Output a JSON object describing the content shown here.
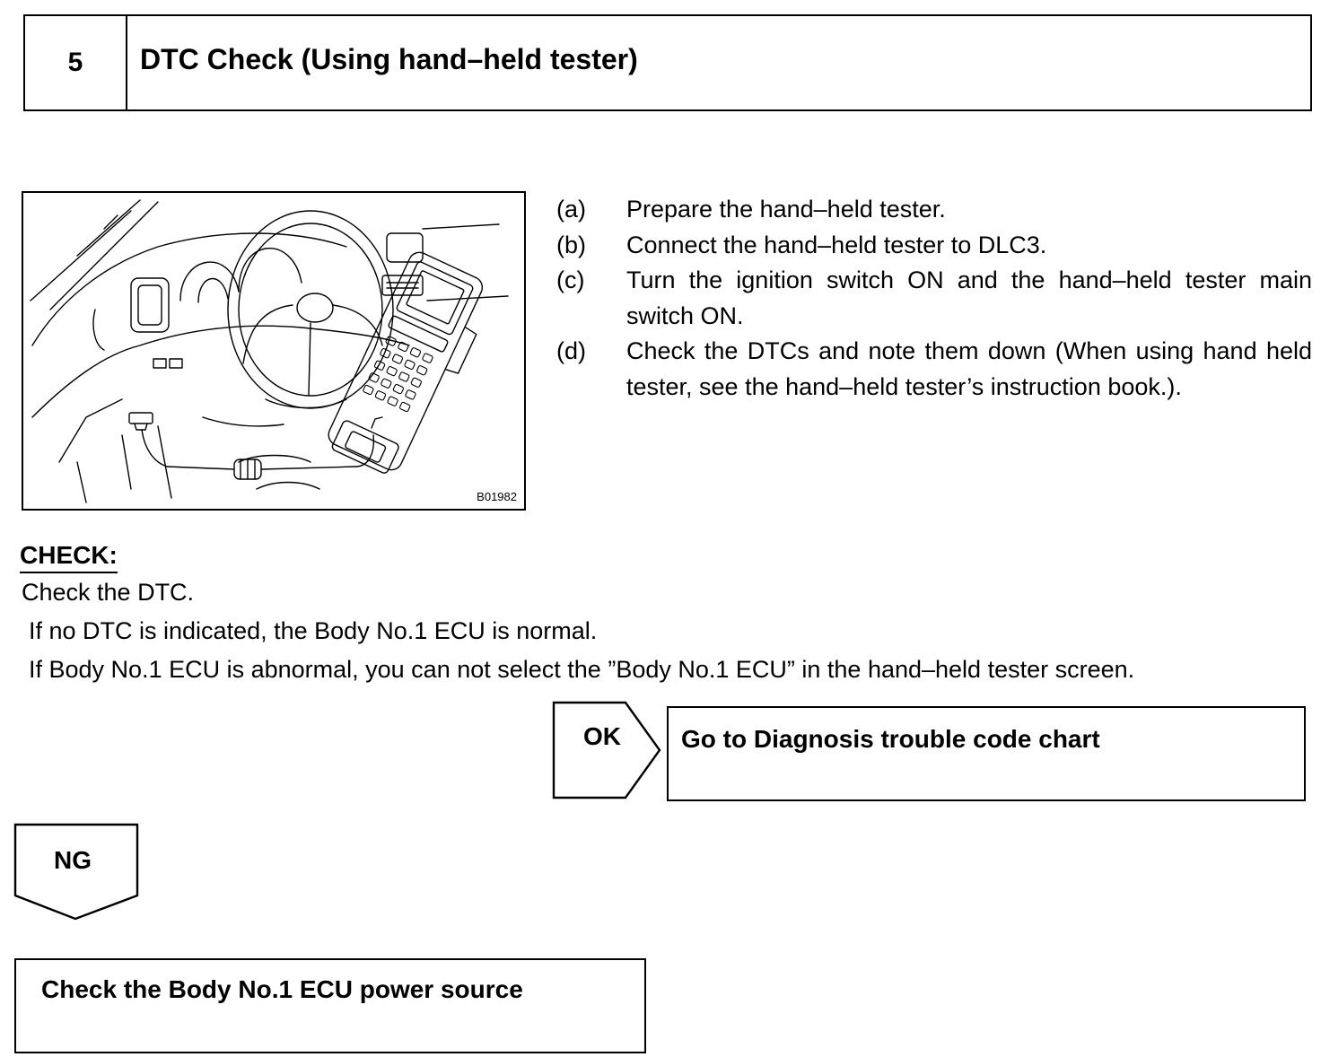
{
  "header": {
    "step_number": "5",
    "title": "DTC Check (Using hand–held tester)"
  },
  "figure": {
    "code": "B01982"
  },
  "procedure": {
    "steps": [
      {
        "letter": "(a)",
        "text": "Prepare the hand–held tester."
      },
      {
        "letter": "(b)",
        "text": "Connect the hand–held tester to DLC3."
      },
      {
        "letter": "(c)",
        "text": "Turn the ignition switch ON and the hand–held tester main switch ON."
      },
      {
        "letter": "(d)",
        "text": "Check the DTCs and note them down (When using hand held tester, see the hand–held tester’s instruction book.)."
      }
    ]
  },
  "check": {
    "label": "CHECK:",
    "lines": [
      "Check the DTC.",
      "If no DTC is indicated, the Body No.1 ECU is normal.",
      "If Body No.1 ECU is abnormal, you can not select the ”Body No.1 ECU” in the hand–held tester screen."
    ]
  },
  "flow": {
    "ok_label": "OK",
    "ok_result": "Go to Diagnosis trouble code chart",
    "ng_label": "NG",
    "ng_result": "Check the Body No.1 ECU power source"
  }
}
